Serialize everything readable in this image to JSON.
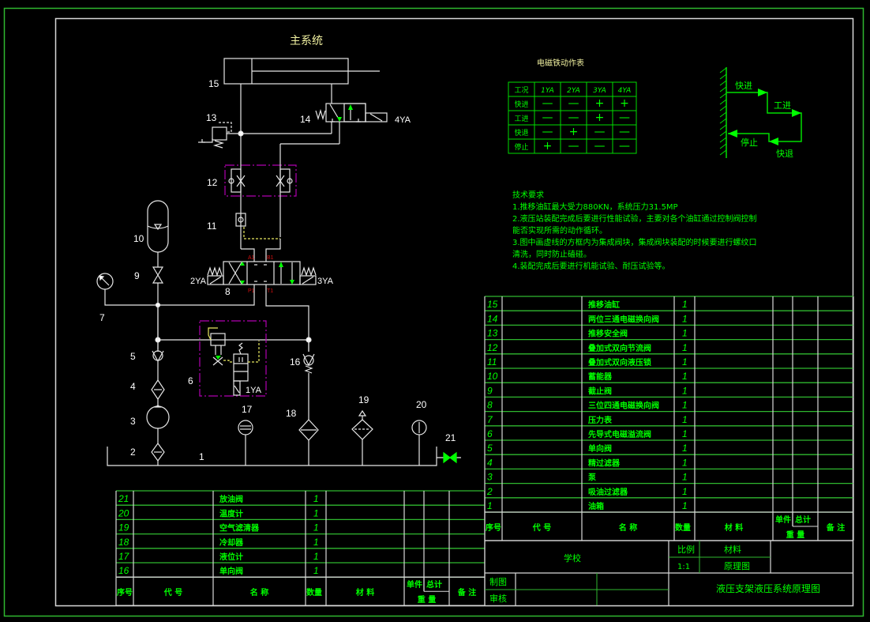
{
  "drawing": {
    "title": "主系统",
    "colors": {
      "green": "#00ff00",
      "line": "#e6e6e6",
      "magenta": "#b000b0",
      "yellow": "#e8e860",
      "red": "#d01010",
      "frame_green": "#2fb82f",
      "title_yellow": "#f0f0a0"
    },
    "component_labels": [
      {
        "id": "15",
        "text": "15"
      },
      {
        "id": "14",
        "text": "14"
      },
      {
        "id": "13",
        "text": "13"
      },
      {
        "id": "12",
        "text": "12"
      },
      {
        "id": "11",
        "text": "11"
      },
      {
        "id": "10",
        "text": "10"
      },
      {
        "id": "9",
        "text": "9"
      },
      {
        "id": "8",
        "text": "8"
      },
      {
        "id": "7",
        "text": "7"
      },
      {
        "id": "6",
        "text": "6"
      },
      {
        "id": "5",
        "text": "5"
      },
      {
        "id": "4",
        "text": "4"
      },
      {
        "id": "3",
        "text": "3"
      },
      {
        "id": "2",
        "text": "2"
      },
      {
        "id": "1",
        "text": "1"
      },
      {
        "id": "16",
        "text": "16"
      },
      {
        "id": "17",
        "text": "17"
      },
      {
        "id": "18",
        "text": "18"
      },
      {
        "id": "19",
        "text": "19"
      },
      {
        "id": "20",
        "text": "20"
      },
      {
        "id": "21",
        "text": "21"
      }
    ],
    "solenoids": {
      "1YA": "1YA",
      "2YA": "2YA",
      "3YA": "3YA",
      "4YA": "4YA"
    },
    "ports": {
      "A1": "A1",
      "B1": "B1",
      "P1": "P1",
      "T1": "T1"
    }
  },
  "action_table": {
    "title": "电磁铁动作表",
    "headers": [
      "工况",
      "1YA",
      "2YA",
      "3YA",
      "4YA"
    ],
    "rows": [
      [
        "快进",
        "—",
        "—",
        "+",
        "+"
      ],
      [
        "工进",
        "—",
        "—",
        "+",
        "—"
      ],
      [
        "快退",
        "—",
        "+",
        "—",
        "—"
      ],
      [
        "停止",
        "+",
        "—",
        "—",
        "—"
      ]
    ]
  },
  "cycle_diagram": {
    "labels": {
      "fast_forward": "快进",
      "work_feed": "工进",
      "fast_return": "快退",
      "stop": "停止"
    }
  },
  "tech_requirements": {
    "heading": "技术要求",
    "lines": [
      "1.推移油缸最大受力880KN，系统压力31.5MP",
      "2.液压站装配完成后要进行性能试验，主要对各个油缸通过控制阀控制",
      "能否实现所需的动作循环。",
      "3.图中画虚线的方框内为集成阀块，集成阀块装配的时候要进行螺纹口",
      "清洗，同时防止磕碰。",
      "4.装配完成后要进行机能试验、耐压试验等。"
    ]
  },
  "bom_right": {
    "rows": [
      {
        "no": "15",
        "code": "",
        "name": "推移油缸",
        "qty": "1"
      },
      {
        "no": "14",
        "code": "",
        "name": "两位三通电磁换向阀",
        "qty": "1"
      },
      {
        "no": "13",
        "code": "",
        "name": "推移安全阀",
        "qty": "1"
      },
      {
        "no": "12",
        "code": "",
        "name": "叠加式双向节流阀",
        "qty": "1"
      },
      {
        "no": "11",
        "code": "",
        "name": "叠加式双向液压锁",
        "qty": "1"
      },
      {
        "no": "10",
        "code": "",
        "name": "蓄能器",
        "qty": "1"
      },
      {
        "no": "9",
        "code": "",
        "name": "截止阀",
        "qty": "1"
      },
      {
        "no": "8",
        "code": "",
        "name": "三位四通电磁换向阀",
        "qty": "1"
      },
      {
        "no": "7",
        "code": "",
        "name": "压力表",
        "qty": "1"
      },
      {
        "no": "6",
        "code": "",
        "name": "先导式电磁溢流阀",
        "qty": "1"
      },
      {
        "no": "5",
        "code": "",
        "name": "单向阀",
        "qty": "1"
      },
      {
        "no": "4",
        "code": "",
        "name": "精过滤器",
        "qty": "1"
      },
      {
        "no": "3",
        "code": "",
        "name": "泵",
        "qty": "1"
      },
      {
        "no": "2",
        "code": "",
        "name": "吸油过滤器",
        "qty": "1"
      },
      {
        "no": "1",
        "code": "",
        "name": "油箱",
        "qty": "1"
      }
    ]
  },
  "bom_left": {
    "rows": [
      {
        "no": "21",
        "code": "",
        "name": "放油阀",
        "qty": "1"
      },
      {
        "no": "20",
        "code": "",
        "name": "温度计",
        "qty": "1"
      },
      {
        "no": "19",
        "code": "",
        "name": "空气滤清器",
        "qty": "1"
      },
      {
        "no": "18",
        "code": "",
        "name": "冷却器",
        "qty": "1"
      },
      {
        "no": "17",
        "code": "",
        "name": "液位计",
        "qty": "1"
      },
      {
        "no": "16",
        "code": "",
        "name": "单向阀",
        "qty": "1"
      }
    ]
  },
  "bom_header": {
    "no": "序号",
    "code": "代 号",
    "name": "名 称",
    "qty": "数量",
    "material": "材 料",
    "unit": "单件",
    "total": "总计",
    "weight": "重 量",
    "remark": "备 注"
  },
  "title_block": {
    "school": "学校",
    "scale_label": "比例",
    "scale_value": "1:1",
    "material_label": "材料",
    "material_value": "原理图",
    "drawn_by": "制图",
    "checked_by": "审核",
    "drawing_name": "液压支架液压系统原理图"
  }
}
